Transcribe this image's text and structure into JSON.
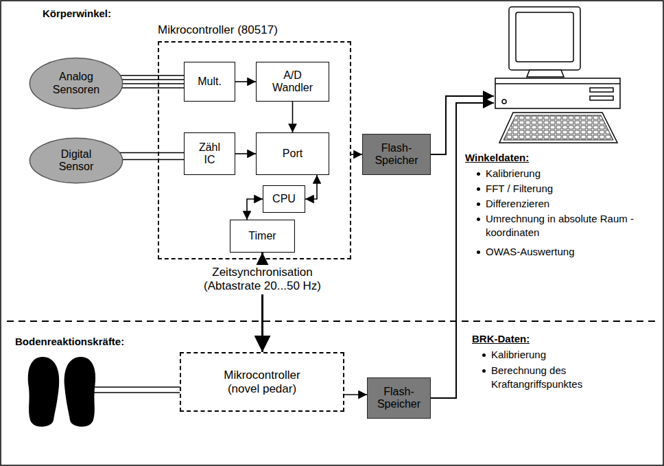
{
  "diagram": {
    "nodes": [
      {
        "text": [
          "Analog Sensoren"
        ]
      },
      {
        "text": [
          "Mikrocontroller (80517)"
        ]
      },
      {
        "text": [
          "Mult."
        ],
        "in": 1
      },
      {
        "text": [
          "A/D Wandler"
        ],
        "in": 1
      },
      {
        "text": [
          "Zähl IC"
        ],
        "in": 1
      },
      {
        "text": [
          "Port"
        ],
        "in": 1
      },
      {
        "text": [
          "CPU"
        ],
        "in": 1
      },
      {
        "text": [
          "Timer"
        ],
        "in": 1
      },
      {
        "text": [
          "Digital Sensor"
        ]
      },
      {
        "text": [
          "Flash-Speicher"
        ]
      },
      {
        "text": [
          "Mikrocontroller (novel pedar)"
        ]
      },
      {
        "text": [
          "Flash-Speicher"
        ]
      }
    ],
    "edges": [
      {
        "from": 0,
        "to": 2,
        "arrow": "none"
      },
      {
        "from": 2,
        "to": 3,
        "arrow": "to"
      },
      {
        "from": 3,
        "to": 5,
        "arrow": "to"
      },
      {
        "from": 8,
        "to": 4,
        "arrow": "none"
      },
      {
        "from": 4,
        "to": 5,
        "arrow": "to"
      },
      {
        "from": 5,
        "to": 6,
        "arrow": "both"
      },
      {
        "from": 6,
        "to": 7,
        "arrow": "both"
      },
      {
        "from": 1,
        "to": 9,
        "arrow": "to"
      },
      {
        "from": 7,
        "to": 10,
        "label": "Zeitsynchronisation (Abtastrate 20...50 Hz)",
        "arrow": "both"
      },
      {
        "from": 10,
        "to": 11,
        "arrow": "to"
      }
    ],
    "labels": [
      "Körperwinkel:",
      "Winkeldaten:",
      "Kalibrierung",
      "FFT / Filterung",
      "Differenzieren",
      "Umrechnung in absolute Raum - koordinaten",
      "OWAS-Auswertung",
      "Bodenreaktionskräfte:",
      "BRK-Daten:",
      "Kalibrierung",
      "Berechnung des Kraftangriffspunktes"
    ]
  }
}
